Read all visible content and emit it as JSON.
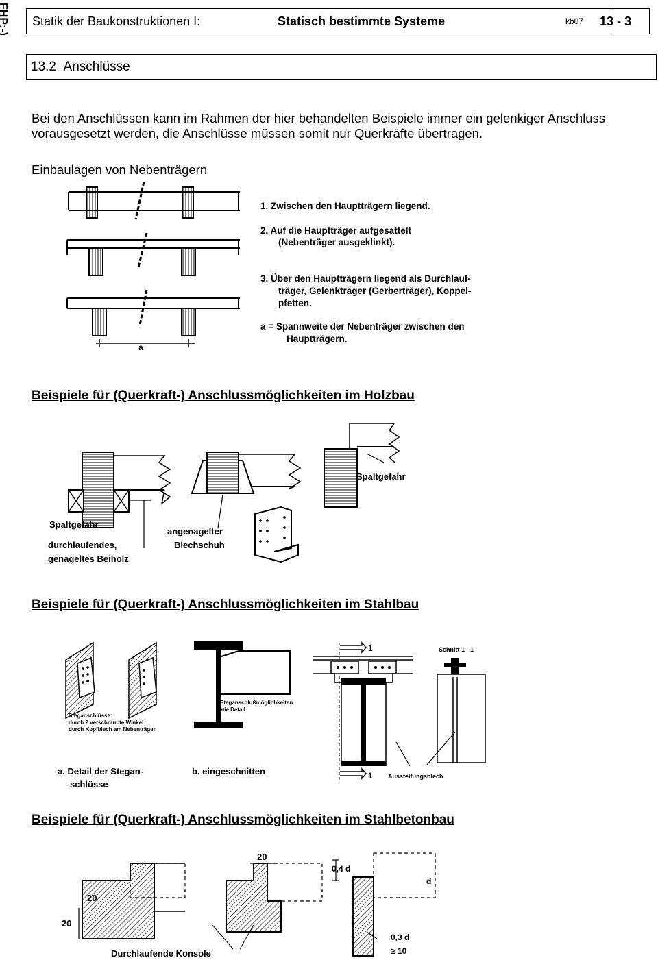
{
  "side_mark": "FHP:-)",
  "header": {
    "course": "Statik der Baukonstruktionen I:",
    "topic": "Statisch bestimmte Systeme",
    "code": "kb07",
    "page": "13 - 3"
  },
  "section": {
    "number": "13.2",
    "title": "Anschlüsse"
  },
  "intro": "Bei den Anschlüssen kann im Rahmen der hier behandelten Beispiele immer ein gelenkiger Anschluss vorausgesetzt werden, die Anschlüsse müssen somit nur Querkräfte übertragen.",
  "einbau": {
    "heading": "Einbaulagen von Nebenträgern",
    "item1": "1.  Zwischen den Hauptträgern liegend.",
    "item2a": "2.  Auf die Hauptträger aufgesattelt",
    "item2b": "(Nebenträger ausgeklinkt).",
    "item3a": "3.  Über den Hauptträgern liegend als Durchlauf-",
    "item3b": "träger, Gelenkträger (Gerberträger), Koppel-",
    "item3c": "pfetten.",
    "note_a": "a  =  Spannweite der Nebenträger zwischen den",
    "note_b": "Hauptträgern.",
    "dim_a": "a"
  },
  "holz": {
    "heading": "Beispiele für (Querkraft-) Anschlussmöglichkeiten im Holzbau",
    "spalt1": "Spaltgefahr",
    "spalt2": "Spaltgefahr",
    "beiholz1": "durchlaufendes,",
    "beiholz2": "genageltes Beiholz",
    "blech1": "angenagelter",
    "blech2": "Blechschuh"
  },
  "stahl": {
    "heading": "Beispiele für (Querkraft-) Anschlussmöglichkeiten im Stahlbau",
    "steg_title": "Steganschlüsse:",
    "steg_l1": "durch 2 verschraubte Winkel",
    "steg_l2": "durch Kopfblech am Nebenträger",
    "steg_detail1": "Steganschlußmöglichkeiten",
    "steg_detail2": "wie Detail",
    "cap_a1": "a. Detail der Stegan-",
    "cap_a2": "schlüsse",
    "cap_b": "b. eingeschnitten",
    "schnitt": "Schnitt 1 - 1",
    "mark_top": "1",
    "mark_bot": "1",
    "aussteif": "Aussteifungsblech"
  },
  "beton": {
    "heading": "Beispiele für (Querkraft-) Anschlussmöglichkeiten im Stahlbetonbau",
    "dim20a": "20",
    "dim20b": "20",
    "dim20c": "20",
    "d04": "0,4 d",
    "d": "d",
    "d03": "0,3 d",
    "ge10": "≥ 10",
    "konsole": "Durchlaufende Konsole"
  }
}
